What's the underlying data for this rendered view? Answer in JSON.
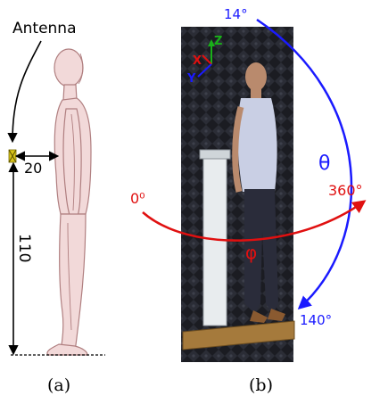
{
  "panel_a": {
    "antenna_label": "Antenna",
    "distance_label": "20",
    "height_label": "110",
    "caption": "(a)"
  },
  "panel_b": {
    "axis_x": "X",
    "axis_y": "Y",
    "axis_z": "Z",
    "theta_symbol": "θ",
    "phi_symbol": "φ",
    "theta_start": "14°",
    "theta_end": "140°",
    "phi_start": "0⁰",
    "phi_end": "360°",
    "caption": "(b)"
  },
  "colors": {
    "theta_arc": "#1a1aff",
    "phi_arc": "#e01010",
    "body_fill": "#f2d9d9",
    "body_stroke": "#b07f80",
    "antenna": "#d6c21a",
    "axis_x": "#e01010",
    "axis_y": "#1a1aff",
    "axis_z": "#19b019"
  }
}
